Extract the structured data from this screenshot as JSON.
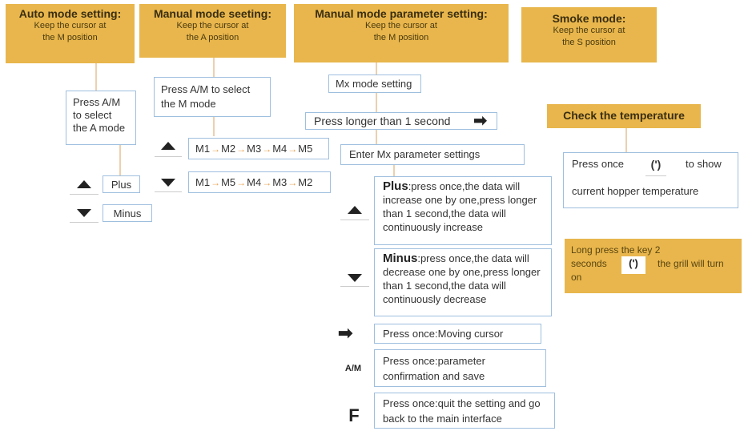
{
  "headers": {
    "auto": {
      "title": "Auto mode setting:",
      "sub1": "Keep the cursor at",
      "sub2": "the M position"
    },
    "manual": {
      "title": "Manual mode seeting:",
      "sub1": "Keep the cursor at",
      "sub2": "the A position"
    },
    "param": {
      "title": "Manual mode parameter setting:",
      "sub1": "Keep the cursor at",
      "sub2": "the M position"
    },
    "smoke": {
      "title": "Smoke mode:",
      "sub1": "Keep the cursor at",
      "sub2": "the S position"
    }
  },
  "auto": {
    "press_am": "Press A/M to select the A mode",
    "plus": "Plus",
    "minus": "Minus"
  },
  "manual": {
    "press_am": "Press A/M to select the M mode",
    "seq_up": [
      "M1",
      "M2",
      "M3",
      "M4",
      "M5"
    ],
    "seq_down": [
      "M1",
      "M5",
      "M4",
      "M3",
      "M2"
    ]
  },
  "param": {
    "mx_setting": "Mx mode setting",
    "press_longer": "Press longer than 1 second",
    "enter_mx": "Enter Mx parameter settings",
    "plus_title": "Plus",
    "plus_text": ":press once,the data will increase one by one,press longer than 1 second,the data will continuously increase",
    "minus_title": "Minus",
    "minus_text": ":press once,the data will decrease one by one,press longer than 1 second,the data will continuously decrease",
    "cursor_text": "Press once:Moving cursor",
    "am_key": "A/M",
    "am_text": "Press once:parameter confirmation and save",
    "f_key": "F",
    "f_text": "Press once:quit the setting and go back to the main interface"
  },
  "smoke": {
    "check_temp": "Check the temperature",
    "press_once": "Press once",
    "to_show": "to show",
    "current_hopper": "current hopper temperature",
    "long_press_1": "Long press the key 2",
    "long_press_2": "seconds",
    "long_press_3": "the grill will turn",
    "long_press_4": "on"
  },
  "colors": {
    "header_bg": "#e8b64c",
    "box_border": "#9fbfdf",
    "seq_arrow": "#e8a24c"
  }
}
